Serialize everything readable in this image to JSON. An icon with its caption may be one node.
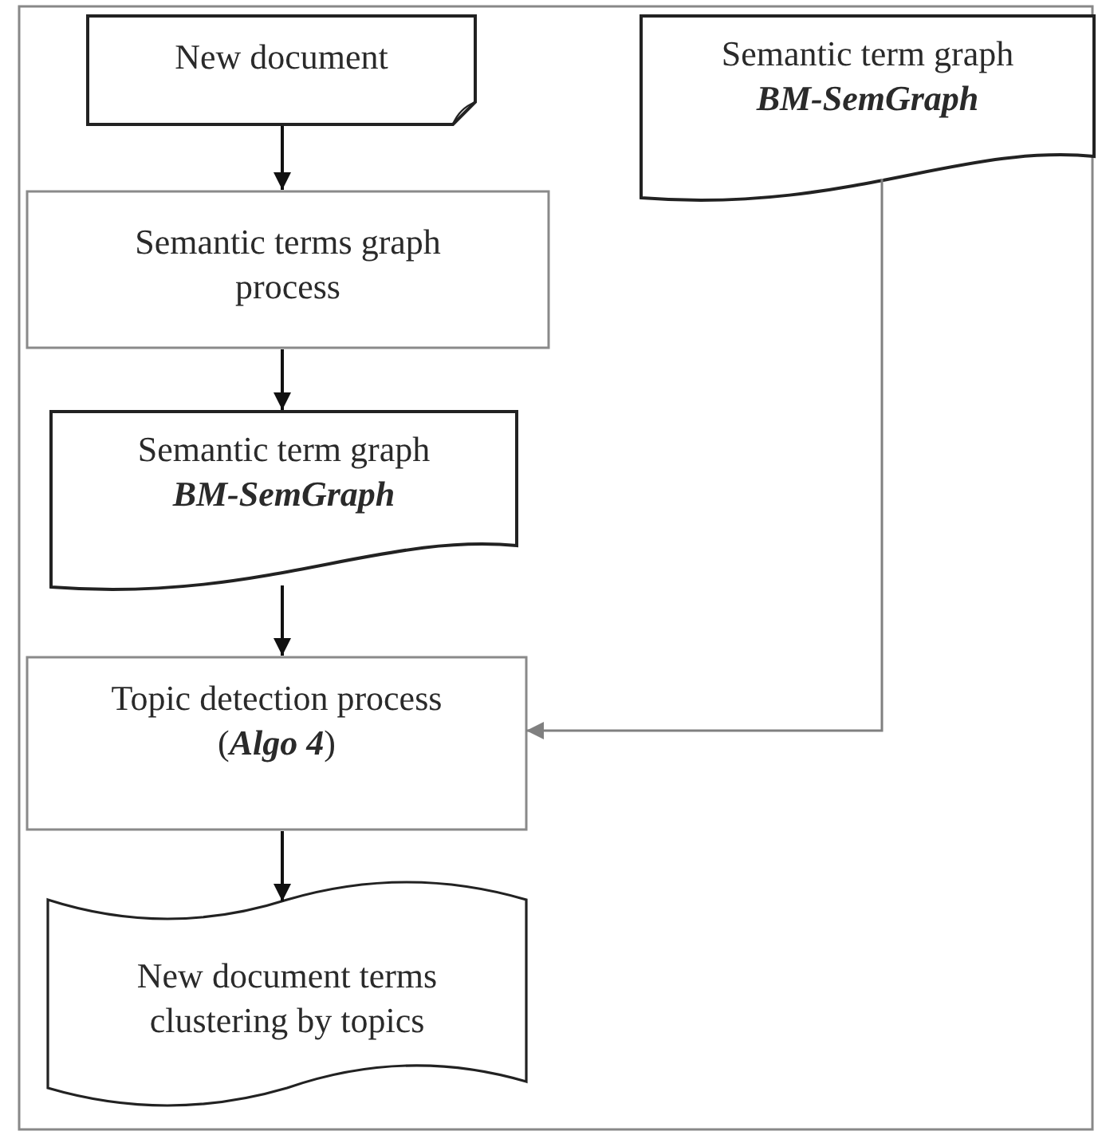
{
  "diagram": {
    "nodes": [
      {
        "text": [
          "New document"
        ]
      },
      {
        "text": [
          "Semantic terms graph process"
        ]
      },
      {
        "text": [
          "Semantic term graph",
          "BM-SemGraph"
        ]
      },
      {
        "text": [
          "Semantic term graph",
          "BM-SemGraph"
        ]
      },
      {
        "text": [
          "Topic detection process (**Algo 4**)"
        ]
      },
      {
        "text": [
          "New document terms clustering by topics"
        ]
      }
    ],
    "edges": [
      {
        "from": 0,
        "to": 1,
        "arrow": "to"
      },
      {
        "from": 1,
        "to": 2,
        "arrow": "to"
      },
      {
        "from": 2,
        "to": 4,
        "arrow": "to"
      },
      {
        "from": 3,
        "to": 4,
        "arrow": "to",
        "color": "#808080"
      },
      {
        "from": 4,
        "to": 5,
        "arrow": "to"
      }
    ]
  }
}
